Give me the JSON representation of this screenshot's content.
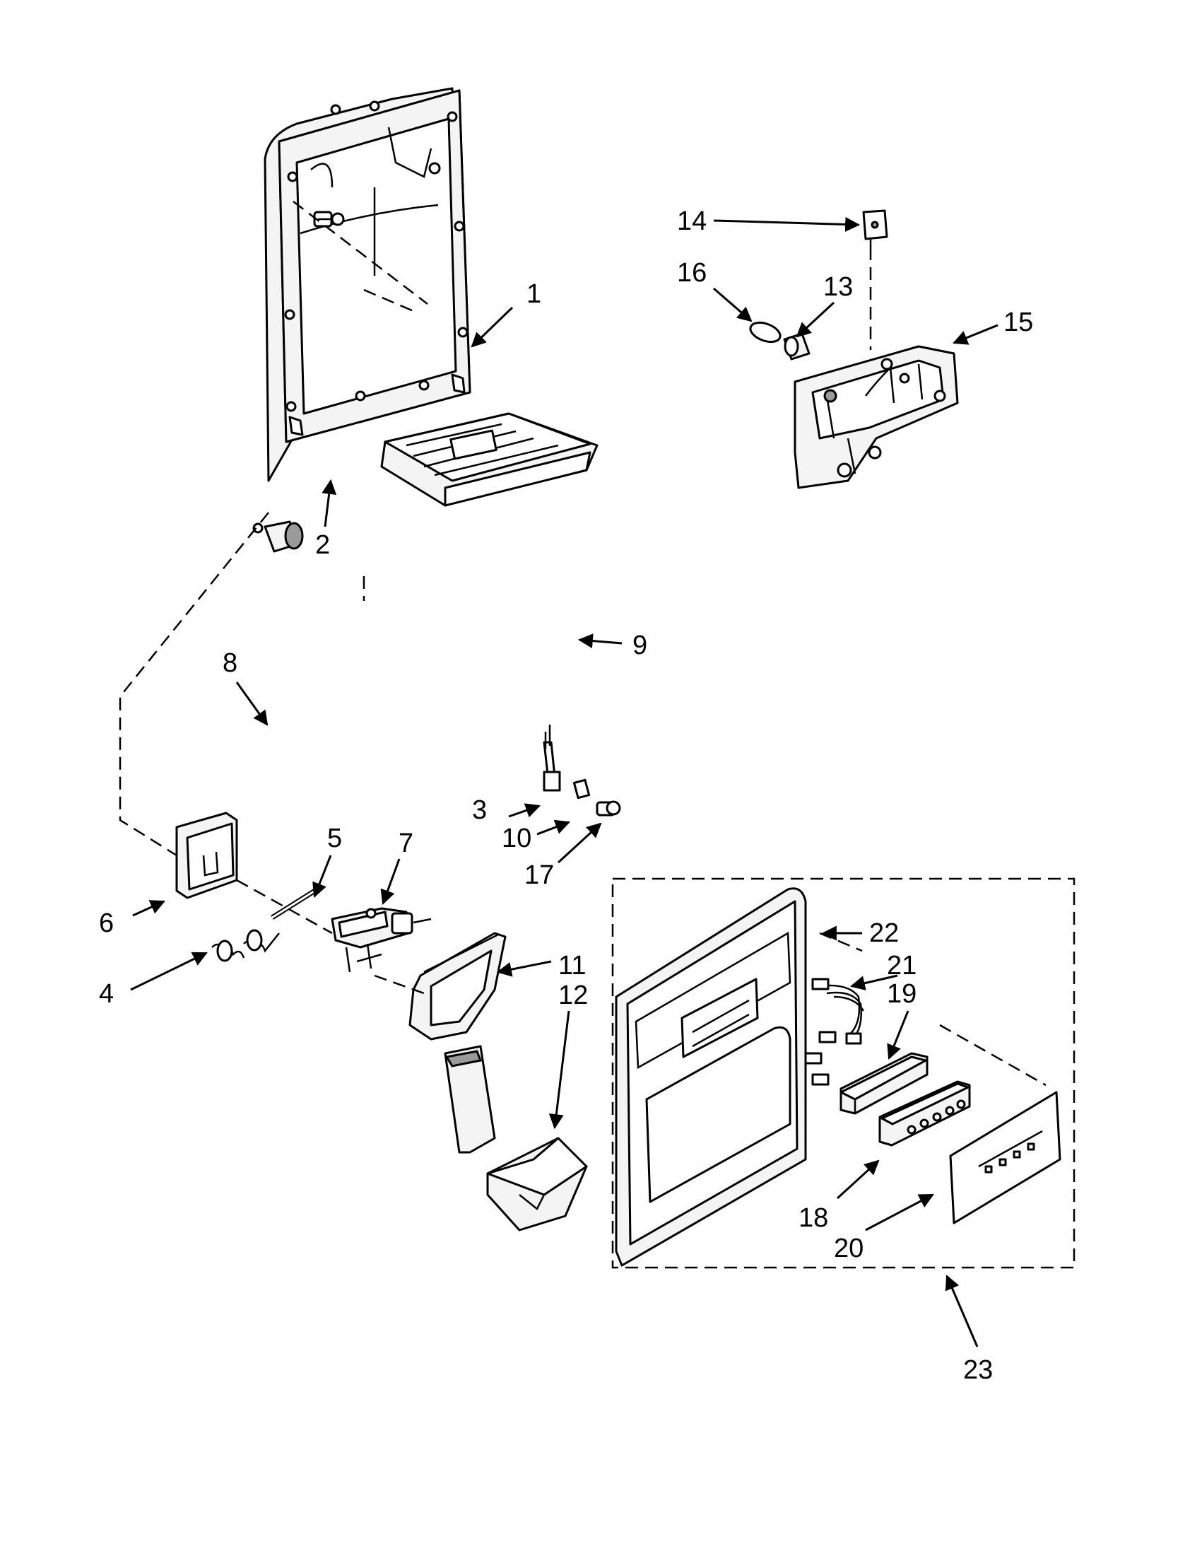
{
  "callouts": {
    "p1": "1",
    "p2": "2",
    "p3": "3",
    "p4": "4",
    "p5": "5",
    "p6": "6",
    "p7": "7",
    "p8": "8",
    "p9": "9",
    "p10": "10",
    "p11": "11",
    "p12": "12",
    "p13": "13",
    "p14": "14",
    "p15": "15",
    "p16": "16",
    "p17": "17",
    "p18": "18",
    "p19": "19",
    "p20": "20",
    "p21": "21",
    "p22": "22",
    "p23": "23"
  }
}
